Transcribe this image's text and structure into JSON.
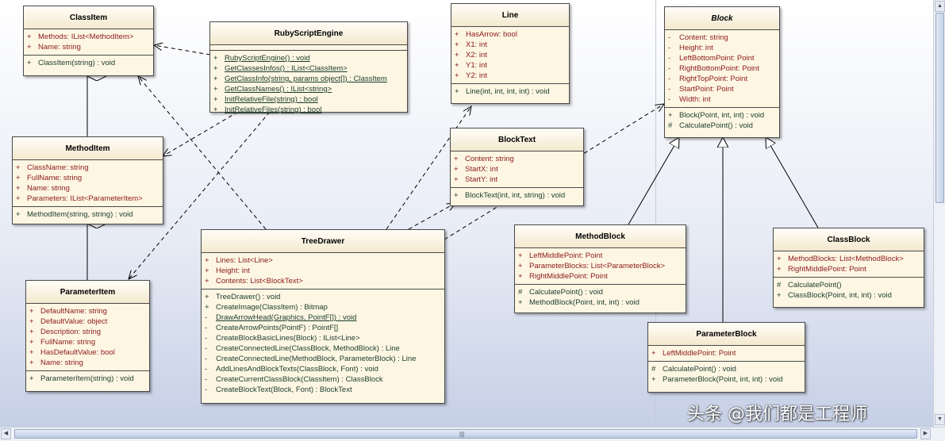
{
  "classes": {
    "classitem": {
      "name": "ClassItem",
      "attrs": [
        [
          "+",
          "Methods:  IList<MethodItem>"
        ],
        [
          "+",
          "Name:  string"
        ]
      ],
      "ops": [
        [
          "+",
          "ClassItem(string) : void"
        ]
      ]
    },
    "rubyscriptengine": {
      "name": "RubyScriptEngine",
      "attrs": [],
      "ops": [
        [
          "+",
          "RubyScriptEngine() : void"
        ],
        [
          "+",
          "GetClassesInfos() : IList<ClassItem>"
        ],
        [
          "+",
          "GetClassInfo(string, params object[]) : ClassItem"
        ],
        [
          "+",
          "GetClassNames() : IList<string>"
        ],
        [
          "+",
          "InitRelativeFile(string) : bool"
        ],
        [
          "+",
          "InitRelativeFiles(string) : bool"
        ]
      ]
    },
    "line": {
      "name": "Line",
      "attrs": [
        [
          "+",
          "HasArrow:  bool"
        ],
        [
          "+",
          "X1:  int"
        ],
        [
          "+",
          "X2:  int"
        ],
        [
          "+",
          "Y1:  int"
        ],
        [
          "+",
          "Y2:  int"
        ]
      ],
      "ops": [
        [
          "+",
          "Line(int, int, int, int) : void"
        ]
      ]
    },
    "block": {
      "name": "Block",
      "attrs": [
        [
          "-",
          "Content:  string"
        ],
        [
          "-",
          "Height:  int"
        ],
        [
          "-",
          "LeftBottomPoint:  Point"
        ],
        [
          "-",
          "RightBottomPoint:  Point"
        ],
        [
          "-",
          "RightTopPoint:  Point"
        ],
        [
          "-",
          "StartPoint:  Point"
        ],
        [
          "-",
          "Width:  int"
        ]
      ],
      "ops": [
        [
          "+",
          "Block(Point, int, int) : void"
        ],
        [
          "#",
          "CalculatePoint() : void"
        ]
      ]
    },
    "methoditem": {
      "name": "MethodItem",
      "attrs": [
        [
          "+",
          "ClassName:  string"
        ],
        [
          "+",
          "FullName:  string"
        ],
        [
          "+",
          "Name:  string"
        ],
        [
          "+",
          "Parameters:  IList<ParameterItem>"
        ]
      ],
      "ops": [
        [
          "+",
          "MethodItem(string, string) : void"
        ]
      ]
    },
    "blocktext": {
      "name": "BlockText",
      "attrs": [
        [
          "+",
          "Content:  string"
        ],
        [
          "+",
          "StartX:  int"
        ],
        [
          "+",
          "StartY:  int"
        ]
      ],
      "ops": [
        [
          "+",
          "BlockText(int, int, string) : void"
        ]
      ]
    },
    "parameteritem": {
      "name": "ParameterItem",
      "attrs": [
        [
          "+",
          "DefaultName:  string"
        ],
        [
          "+",
          "DefaultValue:  object"
        ],
        [
          "+",
          "Description:  string"
        ],
        [
          "+",
          "FullName:  string"
        ],
        [
          "+",
          "HasDefaultValue:  bool"
        ],
        [
          "+",
          "Name:  string"
        ]
      ],
      "ops": [
        [
          "+",
          "ParameterItem(string) : void"
        ]
      ]
    },
    "treedrawer": {
      "name": "TreeDrawer",
      "attrs": [
        [
          "+",
          "Lines:  List<Line>"
        ],
        [
          "+",
          "Height:  int"
        ],
        [
          "+",
          "Contents:  List<BlockText>"
        ]
      ],
      "ops": [
        [
          "+",
          "TreeDrawer() : void"
        ],
        [
          "+",
          "CreateImage(ClassItem) : Bitmap"
        ],
        [
          "-",
          "DrawArrowHead(Graphics, PointF[]) : void"
        ],
        [
          "-",
          "CreateArrowPoints(PointF) : PointF[]"
        ],
        [
          "-",
          "CreateBlockBasicLines(Block) : IList<Line>"
        ],
        [
          "-",
          "CreateConnectedLine(ClassBlock, MethodBlock) : Line"
        ],
        [
          "-",
          "CreateConnectedLine(MethodBlock, ParameterBlock) : Line"
        ],
        [
          "-",
          "AddLinesAndBlockTexts(ClassBlock, Font) : void"
        ],
        [
          "-",
          "CreateCurrentClassBlock(ClassItem) : ClassBlock"
        ],
        [
          "-",
          "CreateBlockText(Block, Font) : BlockText"
        ]
      ]
    },
    "methodblock": {
      "name": "MethodBlock",
      "attrs": [
        [
          "+",
          "LeftMiddlePoint:  Point"
        ],
        [
          "+",
          "ParameterBlocks:  List<ParameterBlock>"
        ],
        [
          "+",
          "RightMiddlePoint:  Point"
        ]
      ],
      "ops": [
        [
          "#",
          "CalculatePoint() : void"
        ],
        [
          "+",
          "MethodBlock(Point, int, int) : void"
        ]
      ]
    },
    "classblock": {
      "name": "ClassBlock",
      "attrs": [
        [
          "+",
          "MethodBlocks:  List<MethodBlock>"
        ],
        [
          "+",
          "RightMiddlePoint:  Point"
        ]
      ],
      "ops": [
        [
          "#",
          "CalculatePoint()"
        ],
        [
          "+",
          "ClassBlock(Point, int, int) : void"
        ]
      ]
    },
    "parameterblock": {
      "name": "ParameterBlock",
      "attrs": [
        [
          "+",
          "LeftMiddlePoint:  Point"
        ]
      ],
      "ops": [
        [
          "#",
          "CalculatePoint() : void"
        ],
        [
          "+",
          "ParameterBlock(Point, int, int) : void"
        ]
      ]
    }
  },
  "abstract_classes": [
    "Block"
  ],
  "static_ops": {
    "RubyScriptEngine": [
      "RubyScriptEngine() : void",
      "GetClassesInfos() : IList<ClassItem>",
      "GetClassInfo(string, params object[]) : ClassItem",
      "GetClassNames() : IList<string>",
      "InitRelativeFile(string) : bool",
      "InitRelativeFiles(string) : bool"
    ],
    "TreeDrawer": [
      "DrawArrowHead(Graphics, PointF[]) : void"
    ]
  },
  "relationships": [
    {
      "type": "dependency",
      "from": "RubyScriptEngine",
      "to": "ClassItem"
    },
    {
      "type": "dependency",
      "from": "RubyScriptEngine",
      "to": "MethodItem"
    },
    {
      "type": "dependency",
      "from": "RubyScriptEngine",
      "to": "ParameterItem"
    },
    {
      "type": "dependency",
      "from": "TreeDrawer",
      "to": "ClassItem"
    },
    {
      "type": "dependency",
      "from": "TreeDrawer",
      "to": "Line"
    },
    {
      "type": "dependency",
      "from": "TreeDrawer",
      "to": "BlockText"
    },
    {
      "type": "dependency",
      "from": "TreeDrawer",
      "to": "Block"
    },
    {
      "type": "aggregation",
      "whole": "ClassItem",
      "part": "MethodItem"
    },
    {
      "type": "aggregation",
      "whole": "MethodItem",
      "part": "ParameterItem"
    },
    {
      "type": "generalization",
      "child": "MethodBlock",
      "parent": "Block"
    },
    {
      "type": "generalization",
      "child": "ParameterBlock",
      "parent": "Block"
    },
    {
      "type": "generalization",
      "child": "ClassBlock",
      "parent": "Block"
    }
  ],
  "watermark": "头条 @我们都是工程师",
  "colors": {
    "attribute_text": "#8b1a1a",
    "operation_text": "#1a3c2a",
    "class_fill": "#fdf6e3",
    "line": "#000000"
  }
}
